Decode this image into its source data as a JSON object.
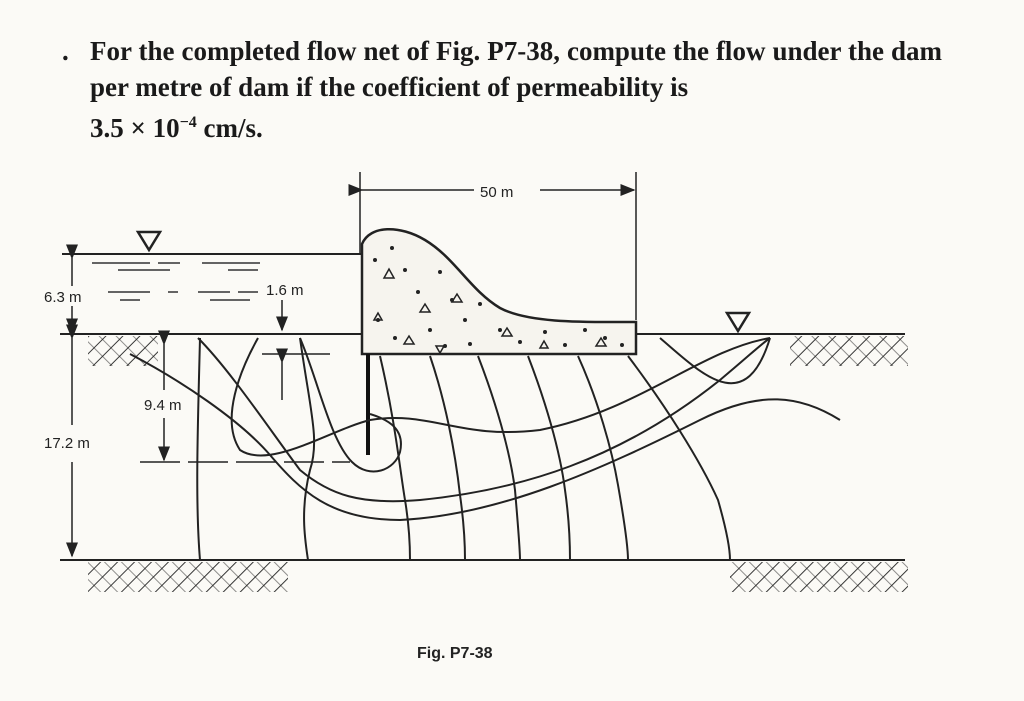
{
  "problem": {
    "bullet": ".",
    "line1": "For the completed flow net of Fig. P7-38, compute the flow under the dam per metre of dam if the coefficient of permeability is",
    "coeff": "3.5 × 10",
    "exponent": "−4",
    "unit": " cm/s."
  },
  "figure": {
    "caption": "Fig. P7-38",
    "dimensions": {
      "dam_width": "50 m",
      "water_depth": "6.3 m",
      "tailwater_drop": "1.6 m",
      "sheet_pile_depth": "9.4 m",
      "soil_depth": "17.2 m"
    }
  }
}
